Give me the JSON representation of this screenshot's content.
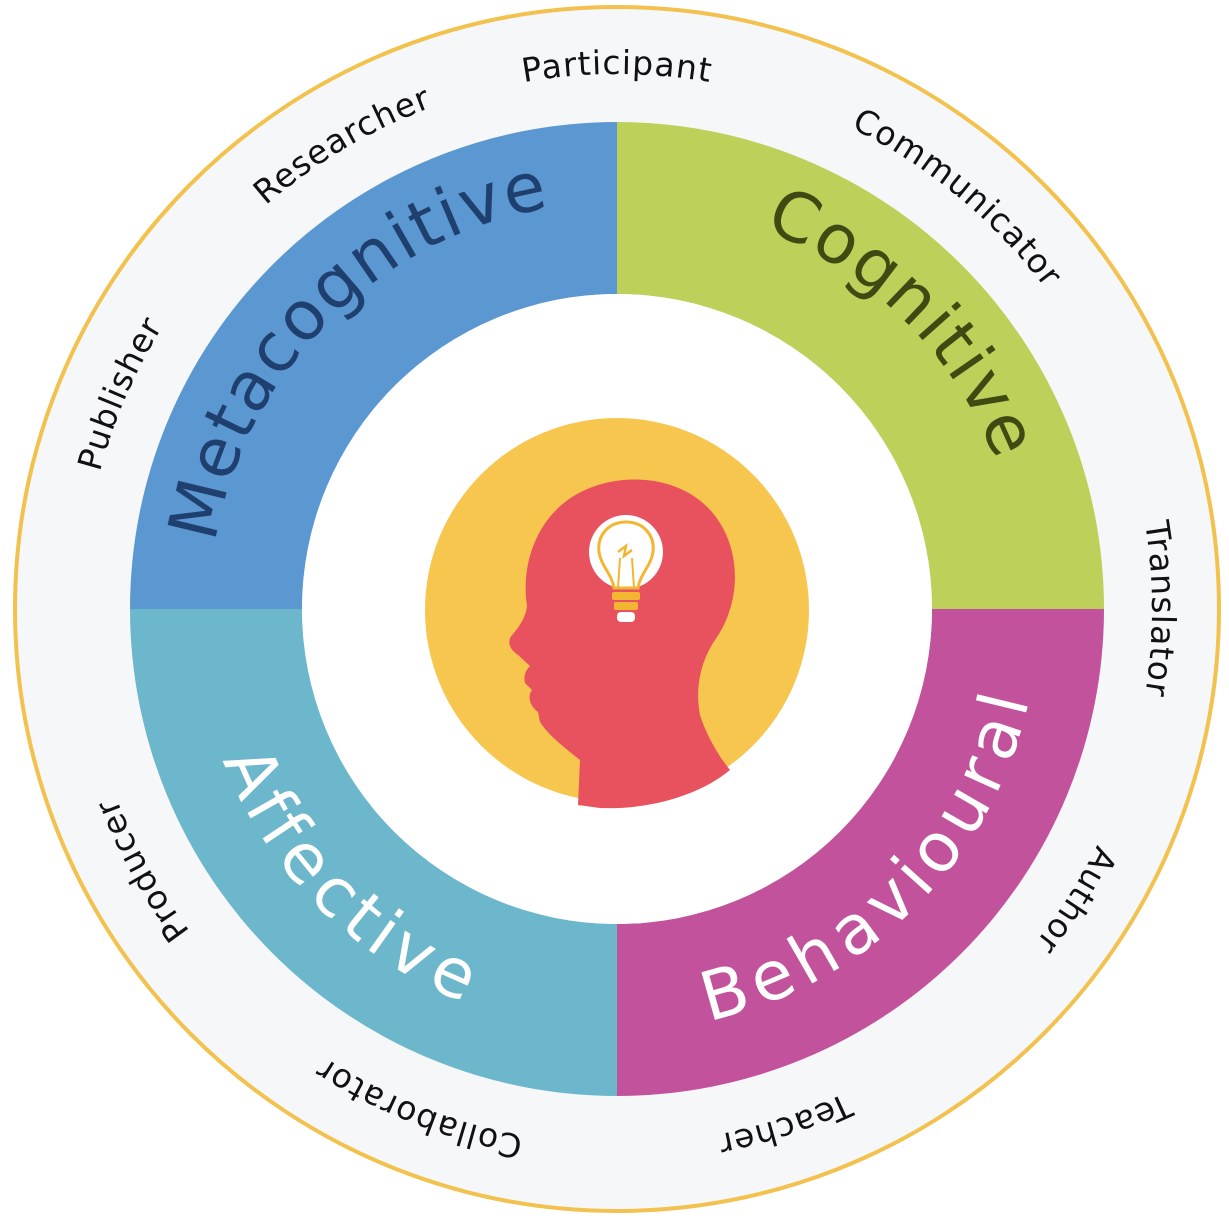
{
  "colors": {
    "outer_ring_stroke": "#f2c14e",
    "outer_ring_fill": "#f6f7f9",
    "metacognitive": "#5b97d1",
    "cognitive": "#bdd05a",
    "affective": "#6db7cc",
    "behavioural": "#c2529c",
    "center_circle": "#f7c64f",
    "head": "#e8525e",
    "bulb_glow": "#ffffff",
    "bulb_base": "#f2b632",
    "metacognitive_text": "#1f3f6e",
    "cognitive_text": "#3f4a12",
    "affective_text": "#ffffff",
    "behavioural_text": "#ffffff"
  },
  "quadrants": {
    "metacognitive": "Metacognitive",
    "cognitive": "Cognitive",
    "affective": "Affective",
    "behavioural": "Behavioural"
  },
  "roles": {
    "participant": "Participant",
    "communicator": "Communicator",
    "translator": "Translator",
    "author": "Author",
    "teacher": "Teacher",
    "collaborator": "Collaborator",
    "producer": "Producer",
    "publisher": "Publisher",
    "researcher": "Researcher"
  },
  "icons": {
    "center": "head-with-lightbulb-icon"
  }
}
